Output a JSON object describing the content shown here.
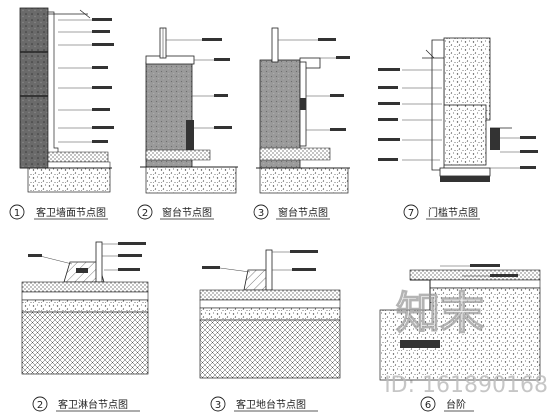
{
  "details": [
    {
      "number": "1",
      "caption": "客卫墙面节点图"
    },
    {
      "number": "2",
      "caption": "窗台节点图"
    },
    {
      "number": "3",
      "caption": "窗台节点图"
    },
    {
      "number": "7",
      "caption": "门槛节点图"
    },
    {
      "number": "2",
      "caption": "客卫淋台节点图"
    },
    {
      "number": "3",
      "caption": "客卫地台节点图"
    },
    {
      "number": "6",
      "caption": "台阶"
    }
  ],
  "watermark": {
    "logo_text": "知末",
    "id_text": "ID: 161890168"
  }
}
